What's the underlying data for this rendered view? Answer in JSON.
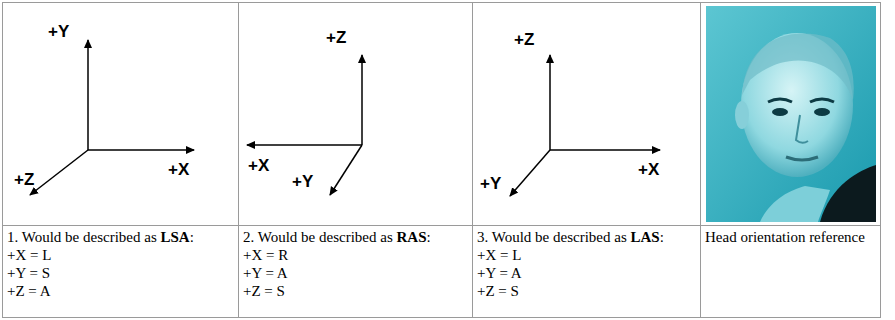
{
  "diagram": {
    "labels": [
      "+Y",
      "+Z",
      "+X",
      "1. Would be described as",
      "LSA",
      ":",
      "+X = L",
      "+Y = S",
      "+Z = A",
      "+Z",
      "+X",
      "+Y",
      "2. Would be described as",
      "RAS",
      ":",
      "+X = R",
      "+Y = A",
      "+Z = S",
      "+Z",
      "+Y",
      "+X",
      "3. Would be described as",
      "LAS",
      ":",
      "+X = L",
      "+Y = A",
      "+Z = S",
      "Head orientation reference"
    ]
  }
}
